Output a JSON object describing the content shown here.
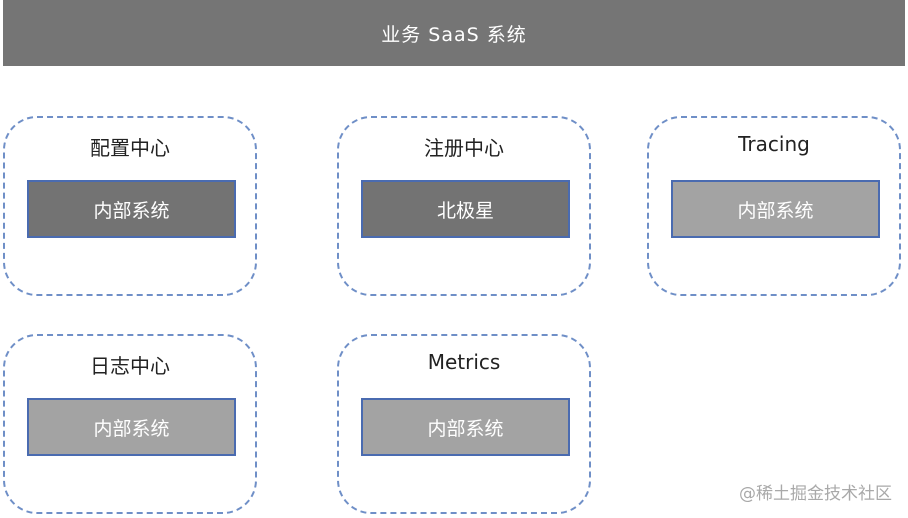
{
  "header": {
    "title": "业务 SaaS 系统"
  },
  "groups": [
    {
      "title": "配置中心",
      "inner": "内部系统"
    },
    {
      "title": "注册中心",
      "inner": "北极星"
    },
    {
      "title": "Tracing",
      "inner": "内部系统"
    },
    {
      "title": "日志中心",
      "inner": "内部系统"
    },
    {
      "title": "Metrics",
      "inner": "内部系统"
    }
  ],
  "watermark": "@稀土掘金技术社区",
  "colors": {
    "header_bg": "#757575",
    "dashed_border": "#6f8fc7",
    "inner_border": "#4a6bb0",
    "inner_dark": "#737373",
    "inner_light": "#a3a3a3"
  }
}
